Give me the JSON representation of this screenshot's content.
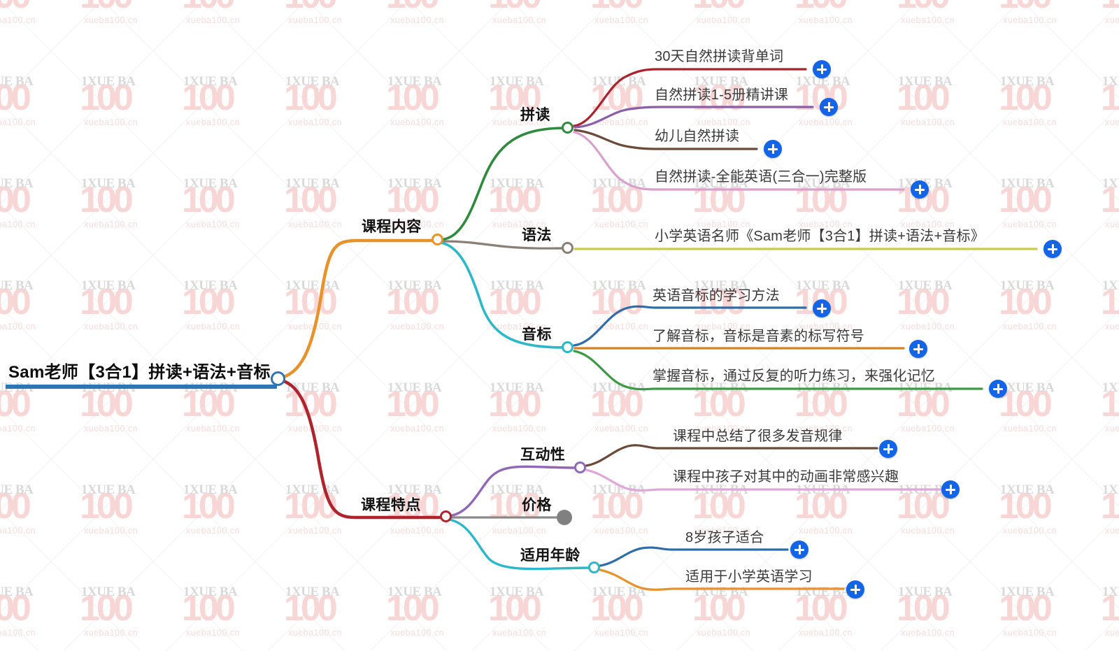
{
  "watermark": {
    "top_text": "1XUE BA",
    "big_text": "100",
    "url_text": "xueba100.cn"
  },
  "mindmap": {
    "title": "Sam老师【3合1】拼读+语法+音标",
    "root": {
      "label": "Sam老师【3合1】拼读+语法+音标",
      "underline_color": "#2e75b6",
      "dot_color": "#2e75b6"
    },
    "branches": [
      {
        "label": "课程内容",
        "color": "#e8922c",
        "children": [
          {
            "label": "拼读",
            "color": "#2e8b3d",
            "children": [
              {
                "label": "30天自然拼读背单词",
                "color": "#a8232c",
                "has_plus": true
              },
              {
                "label": "自然拼读1-5册精讲课",
                "color": "#8b5ea8",
                "has_plus": true
              },
              {
                "label": "幼儿自然拼读",
                "color": "#6b4a3a",
                "has_plus": true
              },
              {
                "label": "自然拼读-全能英语(三合一)完整版",
                "color": "#d9a0d0",
                "has_plus": true
              }
            ]
          },
          {
            "label": "语法",
            "color": "#8a7f77",
            "children": [
              {
                "label": "小学英语名师《Sam老师【3合1】拼读+语法+音标》",
                "color": "#c8cc4a",
                "has_plus": true
              }
            ]
          },
          {
            "label": "音标",
            "color": "#2bb8c8",
            "children": [
              {
                "label": "英语音标的学习方法",
                "color": "#2e6da8",
                "has_plus": true
              },
              {
                "label": "了解音标，音标是音素的标写符号",
                "color": "#d9801f",
                "has_plus": true
              },
              {
                "label": "掌握音标，通过反复的听力练习，来强化记忆",
                "color": "#3d9a44",
                "has_plus": true
              }
            ]
          }
        ]
      },
      {
        "label": "课程特点",
        "color": "#b0232c",
        "children": [
          {
            "label": "互动性",
            "color": "#9168b8",
            "children": [
              {
                "label": "课程中总结了很多发音规律",
                "color": "#6b4a3a",
                "has_plus": true
              },
              {
                "label": "课程中孩子对其中的动画非常感兴趣",
                "color": "#e0a8d8",
                "has_plus": true
              }
            ]
          },
          {
            "label": "价格",
            "color": "#808080",
            "leaf_dot": true,
            "children": []
          },
          {
            "label": "适用年龄",
            "color": "#2bb8c8",
            "children": [
              {
                "label": "8岁孩子适合",
                "color": "#2e6da8",
                "has_plus": true
              },
              {
                "label": "适用于小学英语学习",
                "color": "#e8922c",
                "has_plus": true
              }
            ]
          }
        ]
      }
    ],
    "plus_button": {
      "icon": "plus-icon",
      "color": "#1464e8"
    }
  }
}
